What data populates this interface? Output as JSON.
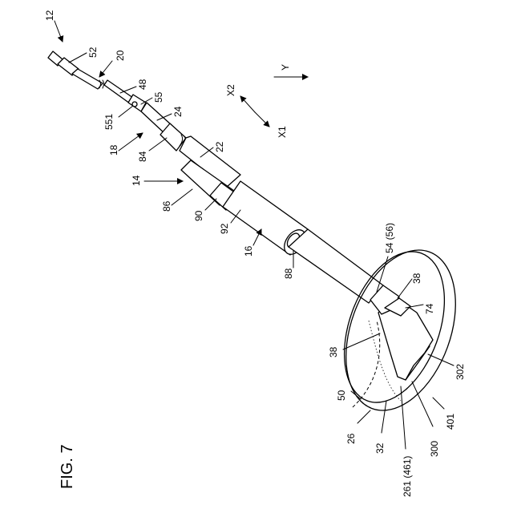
{
  "figure": {
    "title": "FIG. 7",
    "labels": {
      "l12": "12",
      "l52": "52",
      "l20": "20",
      "l48": "48",
      "l55": "55",
      "l551": "551",
      "l24": "24",
      "l18": "18",
      "l84": "84",
      "l22": "22",
      "l14": "14",
      "l86": "86",
      "l90": "90",
      "l92": "92",
      "l16": "16",
      "l88": "88",
      "l54": "54 (56)",
      "l38a": "38",
      "l74": "74",
      "l38b": "38",
      "l302": "302",
      "l50": "50",
      "l26": "26",
      "l32": "32",
      "l261": "261 (461)",
      "l300": "300",
      "l401": "401"
    },
    "axes": {
      "y": "Y",
      "x1": "X1",
      "x2": "X2"
    }
  }
}
